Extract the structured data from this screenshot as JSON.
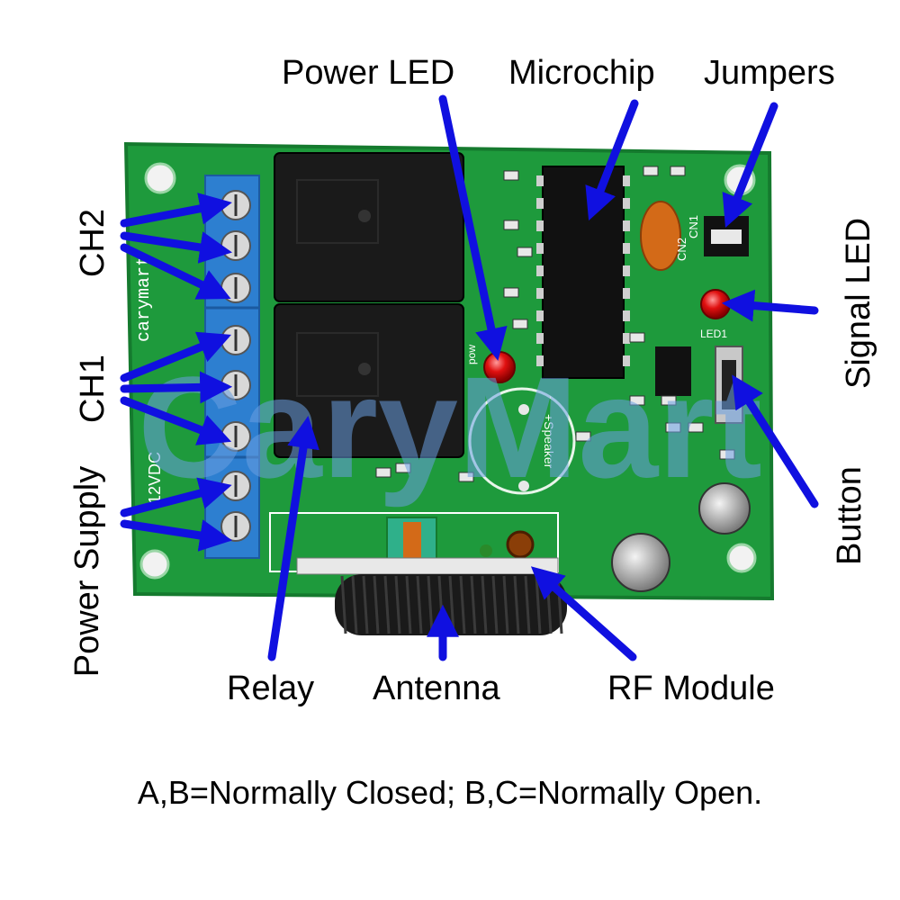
{
  "labels": {
    "power_led": "Power LED",
    "microchip": "Microchip",
    "jumpers": "Jumpers",
    "ch2": "CH2",
    "ch1": "CH1",
    "power_supply": "Power Supply",
    "signal_led": "Signal LED",
    "button": "Button",
    "relay": "Relay",
    "antenna": "Antenna",
    "rf_module": "RF Module"
  },
  "note": "A,B=Normally Closed; B,C=Normally Open.",
  "watermark": "CaryMart",
  "board_text": {
    "speaker": "+Speaker",
    "pow": "pow",
    "led1": "LED1",
    "cn1": "CN1",
    "cn2": "CN2",
    "dc": "12VDC",
    "brand": "carymart"
  },
  "colors": {
    "board": "#1e9a3c",
    "board_edge": "#157a2e",
    "terminal": "#2d7fd0",
    "relay": "#1a1a1a",
    "arrow": "#1010e0",
    "led": "#e01010",
    "watermark": "#6a9ee0"
  }
}
